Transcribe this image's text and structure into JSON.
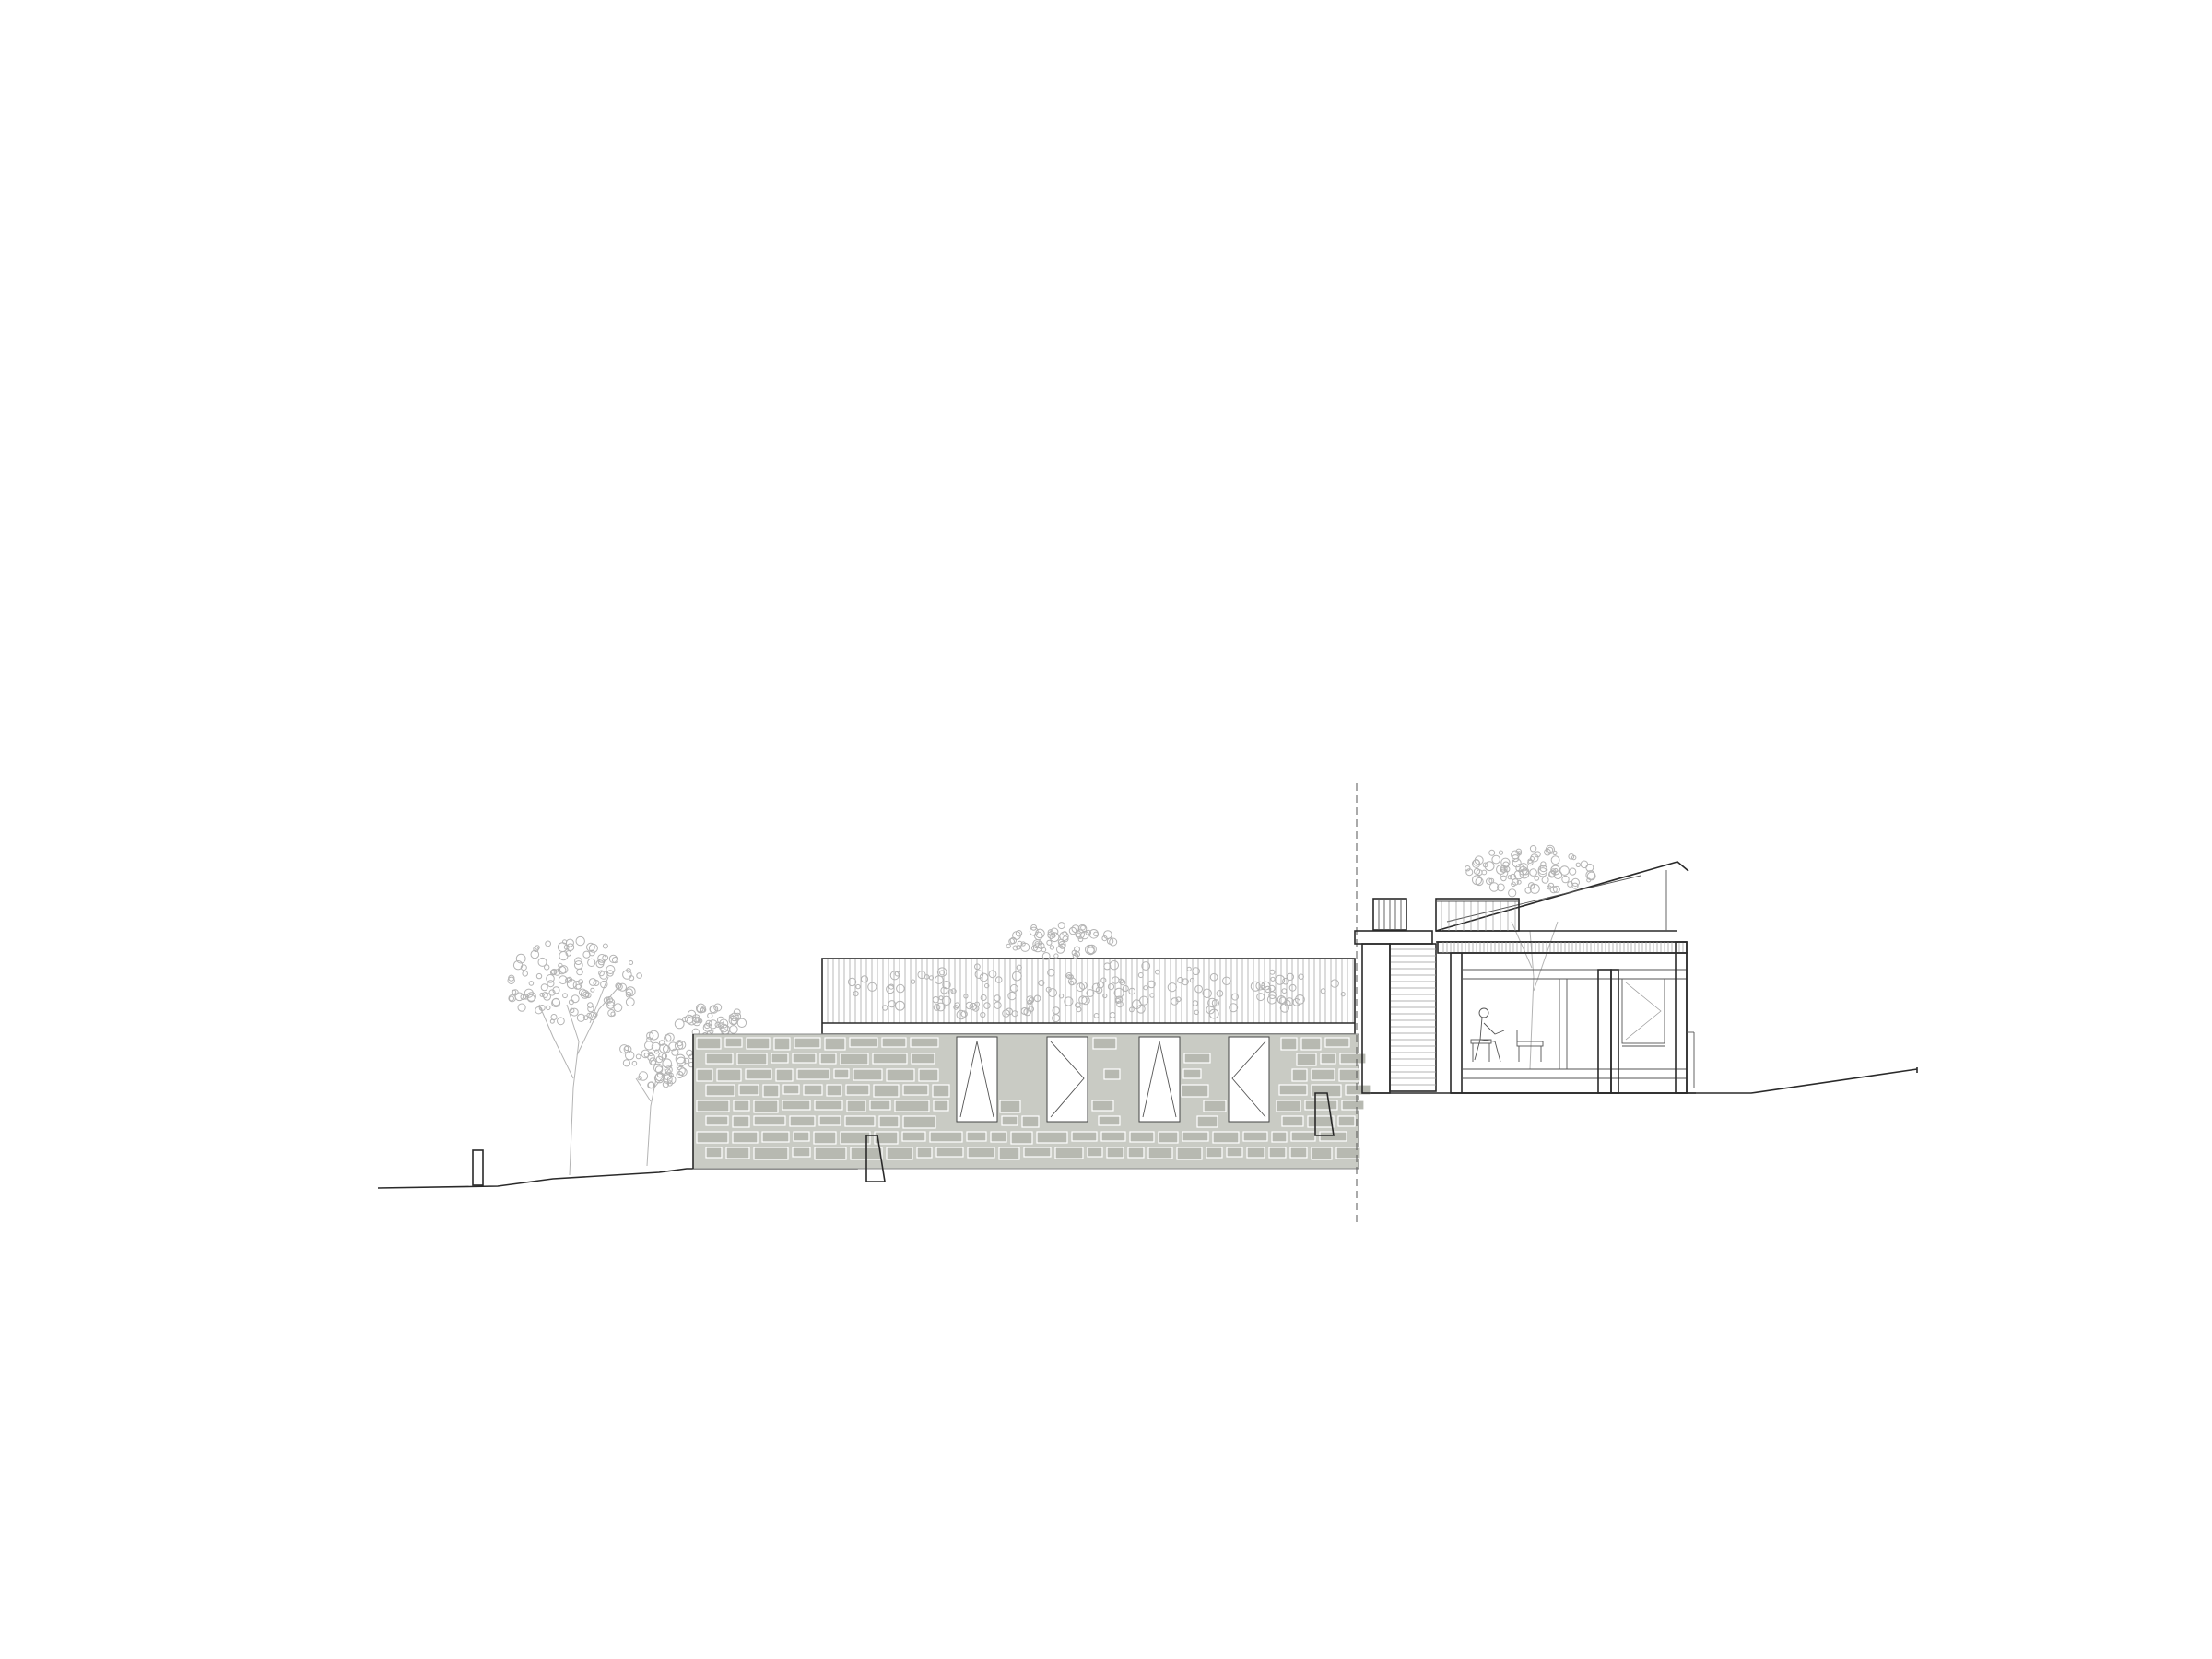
{
  "colors": {
    "background": "#ffffff",
    "line": "#2a2a2a",
    "stone_fill": "#c9cbc4",
    "stone_block": "#b7b9b1",
    "foliage": "#b4b4b4"
  },
  "elements": [
    "ground-line",
    "bollard",
    "tree-left-tall",
    "tree-left-small",
    "stone-wall-building",
    "glazed-doors",
    "slatted-screen-roof",
    "section-cut-line",
    "stair-tower",
    "pavilion-mono-pitch-roof",
    "pavilion-glazing",
    "seated-figure",
    "bench",
    "pavilion-tree"
  ]
}
